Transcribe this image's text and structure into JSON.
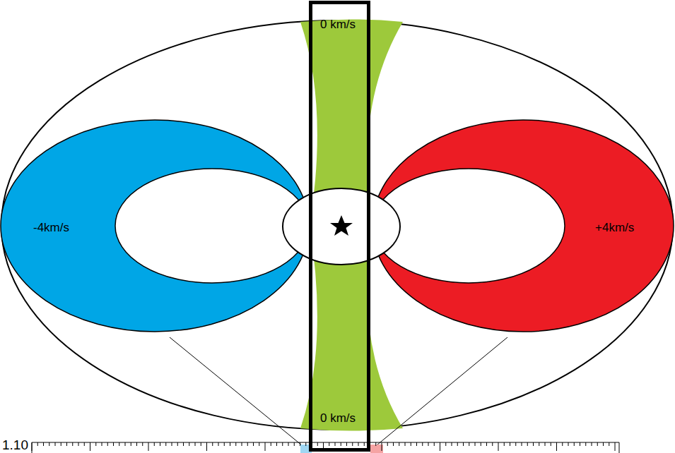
{
  "diagram": {
    "nodes": [
      {
        "text": [
          "0 km/s"
        ]
      },
      {
        "text": [
          "-4km/s"
        ]
      },
      {
        "text": [
          "+4km/s"
        ]
      },
      {
        "text": [
          "0 km/s"
        ]
      }
    ],
    "labels": [
      "1.10"
    ]
  }
}
